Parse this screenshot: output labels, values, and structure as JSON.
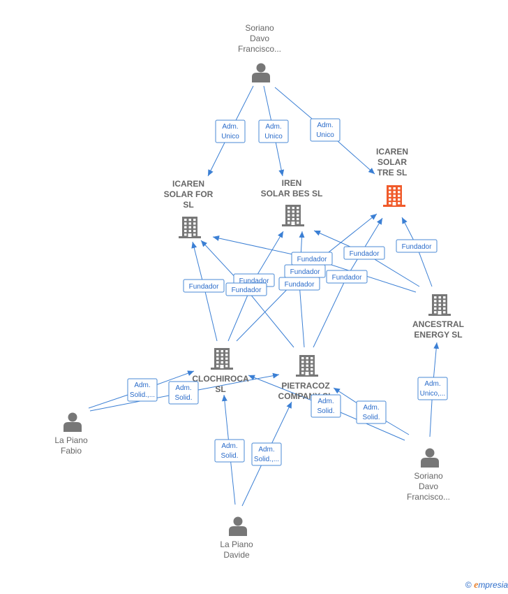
{
  "colors": {
    "edge": "#3b7fd4",
    "node": "#777777",
    "highlight": "#f05a2a",
    "label": "#666666"
  },
  "nodes": [
    {
      "id": "sdf_top",
      "kind": "person",
      "label": [
        "Soriano",
        "Davo",
        "Francisco..."
      ]
    },
    {
      "id": "icaren_for",
      "kind": "company",
      "label": [
        "ICAREN",
        "SOLAR FOR",
        "SL"
      ]
    },
    {
      "id": "iren_bes",
      "kind": "company",
      "label": [
        "IREN",
        "SOLAR BES  SL"
      ]
    },
    {
      "id": "icaren_tre",
      "kind": "company",
      "highlight": true,
      "label": [
        "ICAREN",
        "SOLAR",
        "TRE  SL"
      ]
    },
    {
      "id": "ancestral",
      "kind": "company",
      "label": [
        "ANCESTRAL",
        "ENERGY SL"
      ]
    },
    {
      "id": "clochiroca",
      "kind": "company",
      "label": [
        "CLOCHIROCA",
        "SL"
      ]
    },
    {
      "id": "pietracoz",
      "kind": "company",
      "label": [
        "PIETRACOZ",
        "COMPANY SL"
      ]
    },
    {
      "id": "fabio",
      "kind": "person",
      "label": [
        "La Piano",
        "Fabio"
      ]
    },
    {
      "id": "sdf_bottom",
      "kind": "person",
      "label": [
        "Soriano",
        "Davo",
        "Francisco..."
      ]
    },
    {
      "id": "davide",
      "kind": "person",
      "label": [
        "La Piano",
        "Davide"
      ]
    }
  ],
  "edges": [
    {
      "from": "sdf_top",
      "to": "icaren_for",
      "label": [
        "Adm.",
        "Unico"
      ]
    },
    {
      "from": "sdf_top",
      "to": "iren_bes",
      "label": [
        "Adm.",
        "Unico"
      ]
    },
    {
      "from": "sdf_top",
      "to": "icaren_tre",
      "label": [
        "Adm.",
        "Unico"
      ]
    },
    {
      "from": "ancestral",
      "to": "icaren_tre",
      "label": [
        "Fundador"
      ]
    },
    {
      "from": "ancestral",
      "to": "iren_bes",
      "label": [
        "Fundador"
      ]
    },
    {
      "from": "ancestral",
      "to": "icaren_for",
      "label": [
        "Fundador"
      ]
    },
    {
      "from": "clochiroca",
      "to": "icaren_for",
      "label": [
        "Fundador"
      ]
    },
    {
      "from": "clochiroca",
      "to": "iren_bes",
      "label": [
        "Fundador"
      ]
    },
    {
      "from": "clochiroca",
      "to": "icaren_tre",
      "label": [
        "Fundador"
      ]
    },
    {
      "from": "pietracoz",
      "to": "icaren_for",
      "label": [
        "Fundador"
      ]
    },
    {
      "from": "pietracoz",
      "to": "iren_bes",
      "label": [
        "Fundador"
      ]
    },
    {
      "from": "pietracoz",
      "to": "icaren_tre",
      "label": [
        "Fundador"
      ]
    },
    {
      "from": "fabio",
      "to": "clochiroca",
      "label": [
        "Adm.",
        "Solid.,..."
      ]
    },
    {
      "from": "fabio",
      "to": "pietracoz",
      "label": [
        "Adm.",
        "Solid."
      ]
    },
    {
      "from": "davide",
      "to": "clochiroca",
      "label": [
        "Adm.",
        "Solid."
      ]
    },
    {
      "from": "davide",
      "to": "pietracoz",
      "label": [
        "Adm.",
        "Solid.,..."
      ]
    },
    {
      "from": "sdf_bottom",
      "to": "ancestral",
      "label": [
        "Adm.",
        "Unico,..."
      ]
    },
    {
      "from": "sdf_bottom",
      "to": "clochiroca",
      "label": [
        "Adm.",
        "Solid."
      ]
    },
    {
      "from": "sdf_bottom",
      "to": "pietracoz",
      "label": [
        "Adm.",
        "Solid."
      ]
    }
  ],
  "footer": {
    "copyright": "©",
    "brand_first": "e",
    "brand_rest": "mpresia"
  }
}
